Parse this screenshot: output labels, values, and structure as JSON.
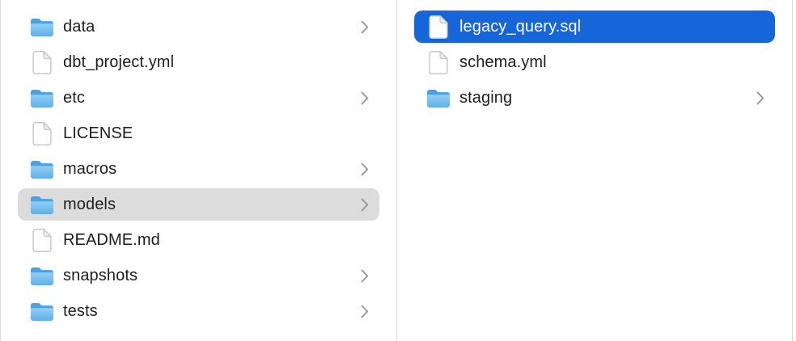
{
  "app": "finder-column-browser",
  "colors": {
    "background": "#ffffff",
    "selection_blue": "#1666d9",
    "selection_gray": "#dcdcdc",
    "text": "#1e1e1e",
    "text_on_blue": "#ffffff",
    "divider": "#dadada",
    "chevron": "#949494"
  },
  "columns": [
    {
      "name": "parent-directory",
      "items": [
        {
          "label": "data",
          "icon": "folder-icon",
          "chevron": true,
          "selected": "none"
        },
        {
          "label": "dbt_project.yml",
          "icon": "file-icon",
          "chevron": false,
          "selected": "none"
        },
        {
          "label": "etc",
          "icon": "folder-icon",
          "chevron": true,
          "selected": "none"
        },
        {
          "label": "LICENSE",
          "icon": "file-icon",
          "chevron": false,
          "selected": "none"
        },
        {
          "label": "macros",
          "icon": "folder-icon",
          "chevron": true,
          "selected": "none"
        },
        {
          "label": "models",
          "icon": "folder-icon",
          "chevron": true,
          "selected": "gray"
        },
        {
          "label": "README.md",
          "icon": "file-icon",
          "chevron": false,
          "selected": "none"
        },
        {
          "label": "snapshots",
          "icon": "folder-icon",
          "chevron": true,
          "selected": "none"
        },
        {
          "label": "tests",
          "icon": "folder-icon",
          "chevron": true,
          "selected": "none"
        }
      ]
    },
    {
      "name": "models-directory",
      "items": [
        {
          "label": "legacy_query.sql",
          "icon": "file-icon",
          "chevron": false,
          "selected": "blue"
        },
        {
          "label": "schema.yml",
          "icon": "file-icon",
          "chevron": false,
          "selected": "none"
        },
        {
          "label": "staging",
          "icon": "folder-icon",
          "chevron": true,
          "selected": "none"
        }
      ]
    }
  ]
}
